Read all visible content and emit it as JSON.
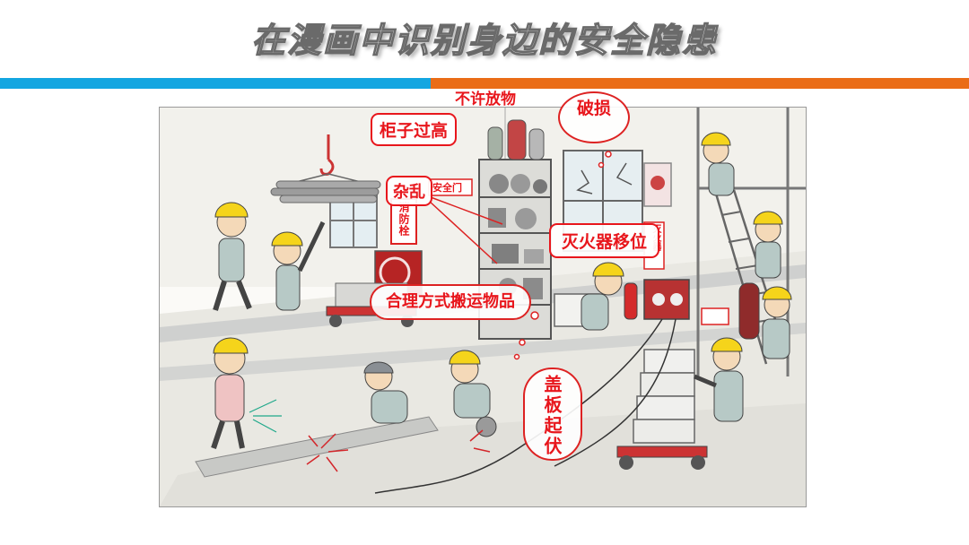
{
  "slide": {
    "title": "在漫画中识别身边的安全隐患"
  },
  "colors": {
    "bar_left": "#13a6e1",
    "bar_right": "#ea6c16",
    "annotation_red": "#e8161c"
  },
  "annotations": {
    "no_items": "不许放物",
    "cabinet_too_high": "柜子过高",
    "damaged": "破损",
    "cluttered": "杂乱",
    "extinguisher_moved": "灭火器移位",
    "proper_handling": "合理方式搬运物品",
    "plate_uneven": "盖板起伏"
  },
  "scene_signs": {
    "safety_door": "安全门",
    "hydrant": "消防栓",
    "extinguisher": "灭火器"
  }
}
